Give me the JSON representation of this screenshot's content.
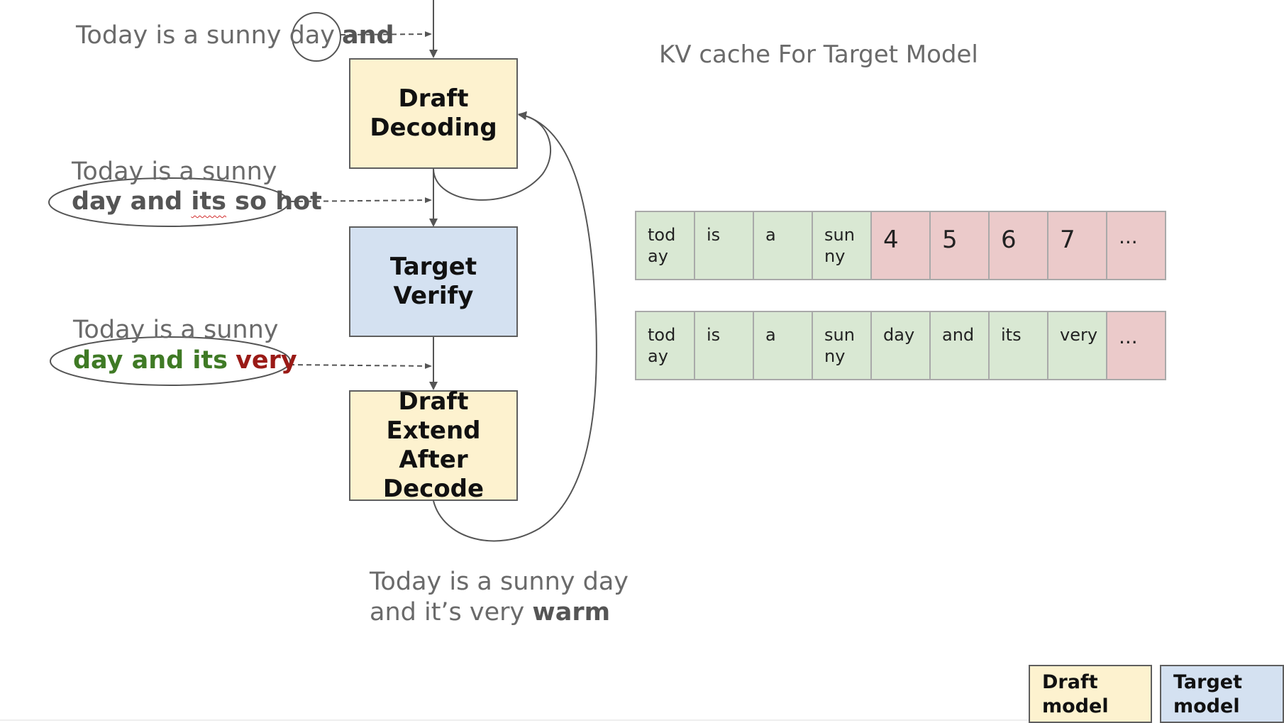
{
  "kv_title": "KV cache For Target Model",
  "nodes": {
    "draft_decoding": "Draft\nDecoding",
    "target_verify": "Target\nVerify",
    "draft_extend": "Draft Extend\nAfter\nDecode"
  },
  "annotations": {
    "a1_prefix": "Today is a sunny day",
    "a1_token": "and",
    "a2_line1": "Today is a sunny",
    "a2_line2_words": [
      "day",
      "and",
      "its",
      "so",
      "hot"
    ],
    "a3_line1": "Today is a sunny",
    "a3_green": "day and its",
    "a3_red": "very",
    "result_line1": "Today is a sunny day",
    "result_line2_prefix": "and it’s very",
    "result_line2_bold": "warm"
  },
  "kv_rows": [
    [
      {
        "text": "tod\nay",
        "state": "cached"
      },
      {
        "text": "is",
        "state": "cached"
      },
      {
        "text": "a",
        "state": "cached"
      },
      {
        "text": "sun\nny",
        "state": "cached"
      },
      {
        "text": "4",
        "state": "empty"
      },
      {
        "text": "5",
        "state": "empty"
      },
      {
        "text": "6",
        "state": "empty"
      },
      {
        "text": "7",
        "state": "empty"
      },
      {
        "text": "...",
        "state": "empty"
      }
    ],
    [
      {
        "text": "tod\nay",
        "state": "cached"
      },
      {
        "text": "is",
        "state": "cached"
      },
      {
        "text": "a",
        "state": "cached"
      },
      {
        "text": "sun\nny",
        "state": "cached"
      },
      {
        "text": "day",
        "state": "cached"
      },
      {
        "text": "and",
        "state": "cached"
      },
      {
        "text": "its",
        "state": "cached"
      },
      {
        "text": "very",
        "state": "cached"
      },
      {
        "text": "...",
        "state": "empty"
      }
    ]
  ],
  "legend": {
    "draft": "Draft\nmodel",
    "target": "Target\nmodel"
  },
  "colors": {
    "draft_fill": "#fdf2cf",
    "target_fill": "#d4e1f1",
    "kv_cached": "#d9e8d3",
    "kv_empty": "#ebcaca",
    "accepted_tokens": "#3f7a25",
    "rejected_token": "#9a1a16"
  }
}
